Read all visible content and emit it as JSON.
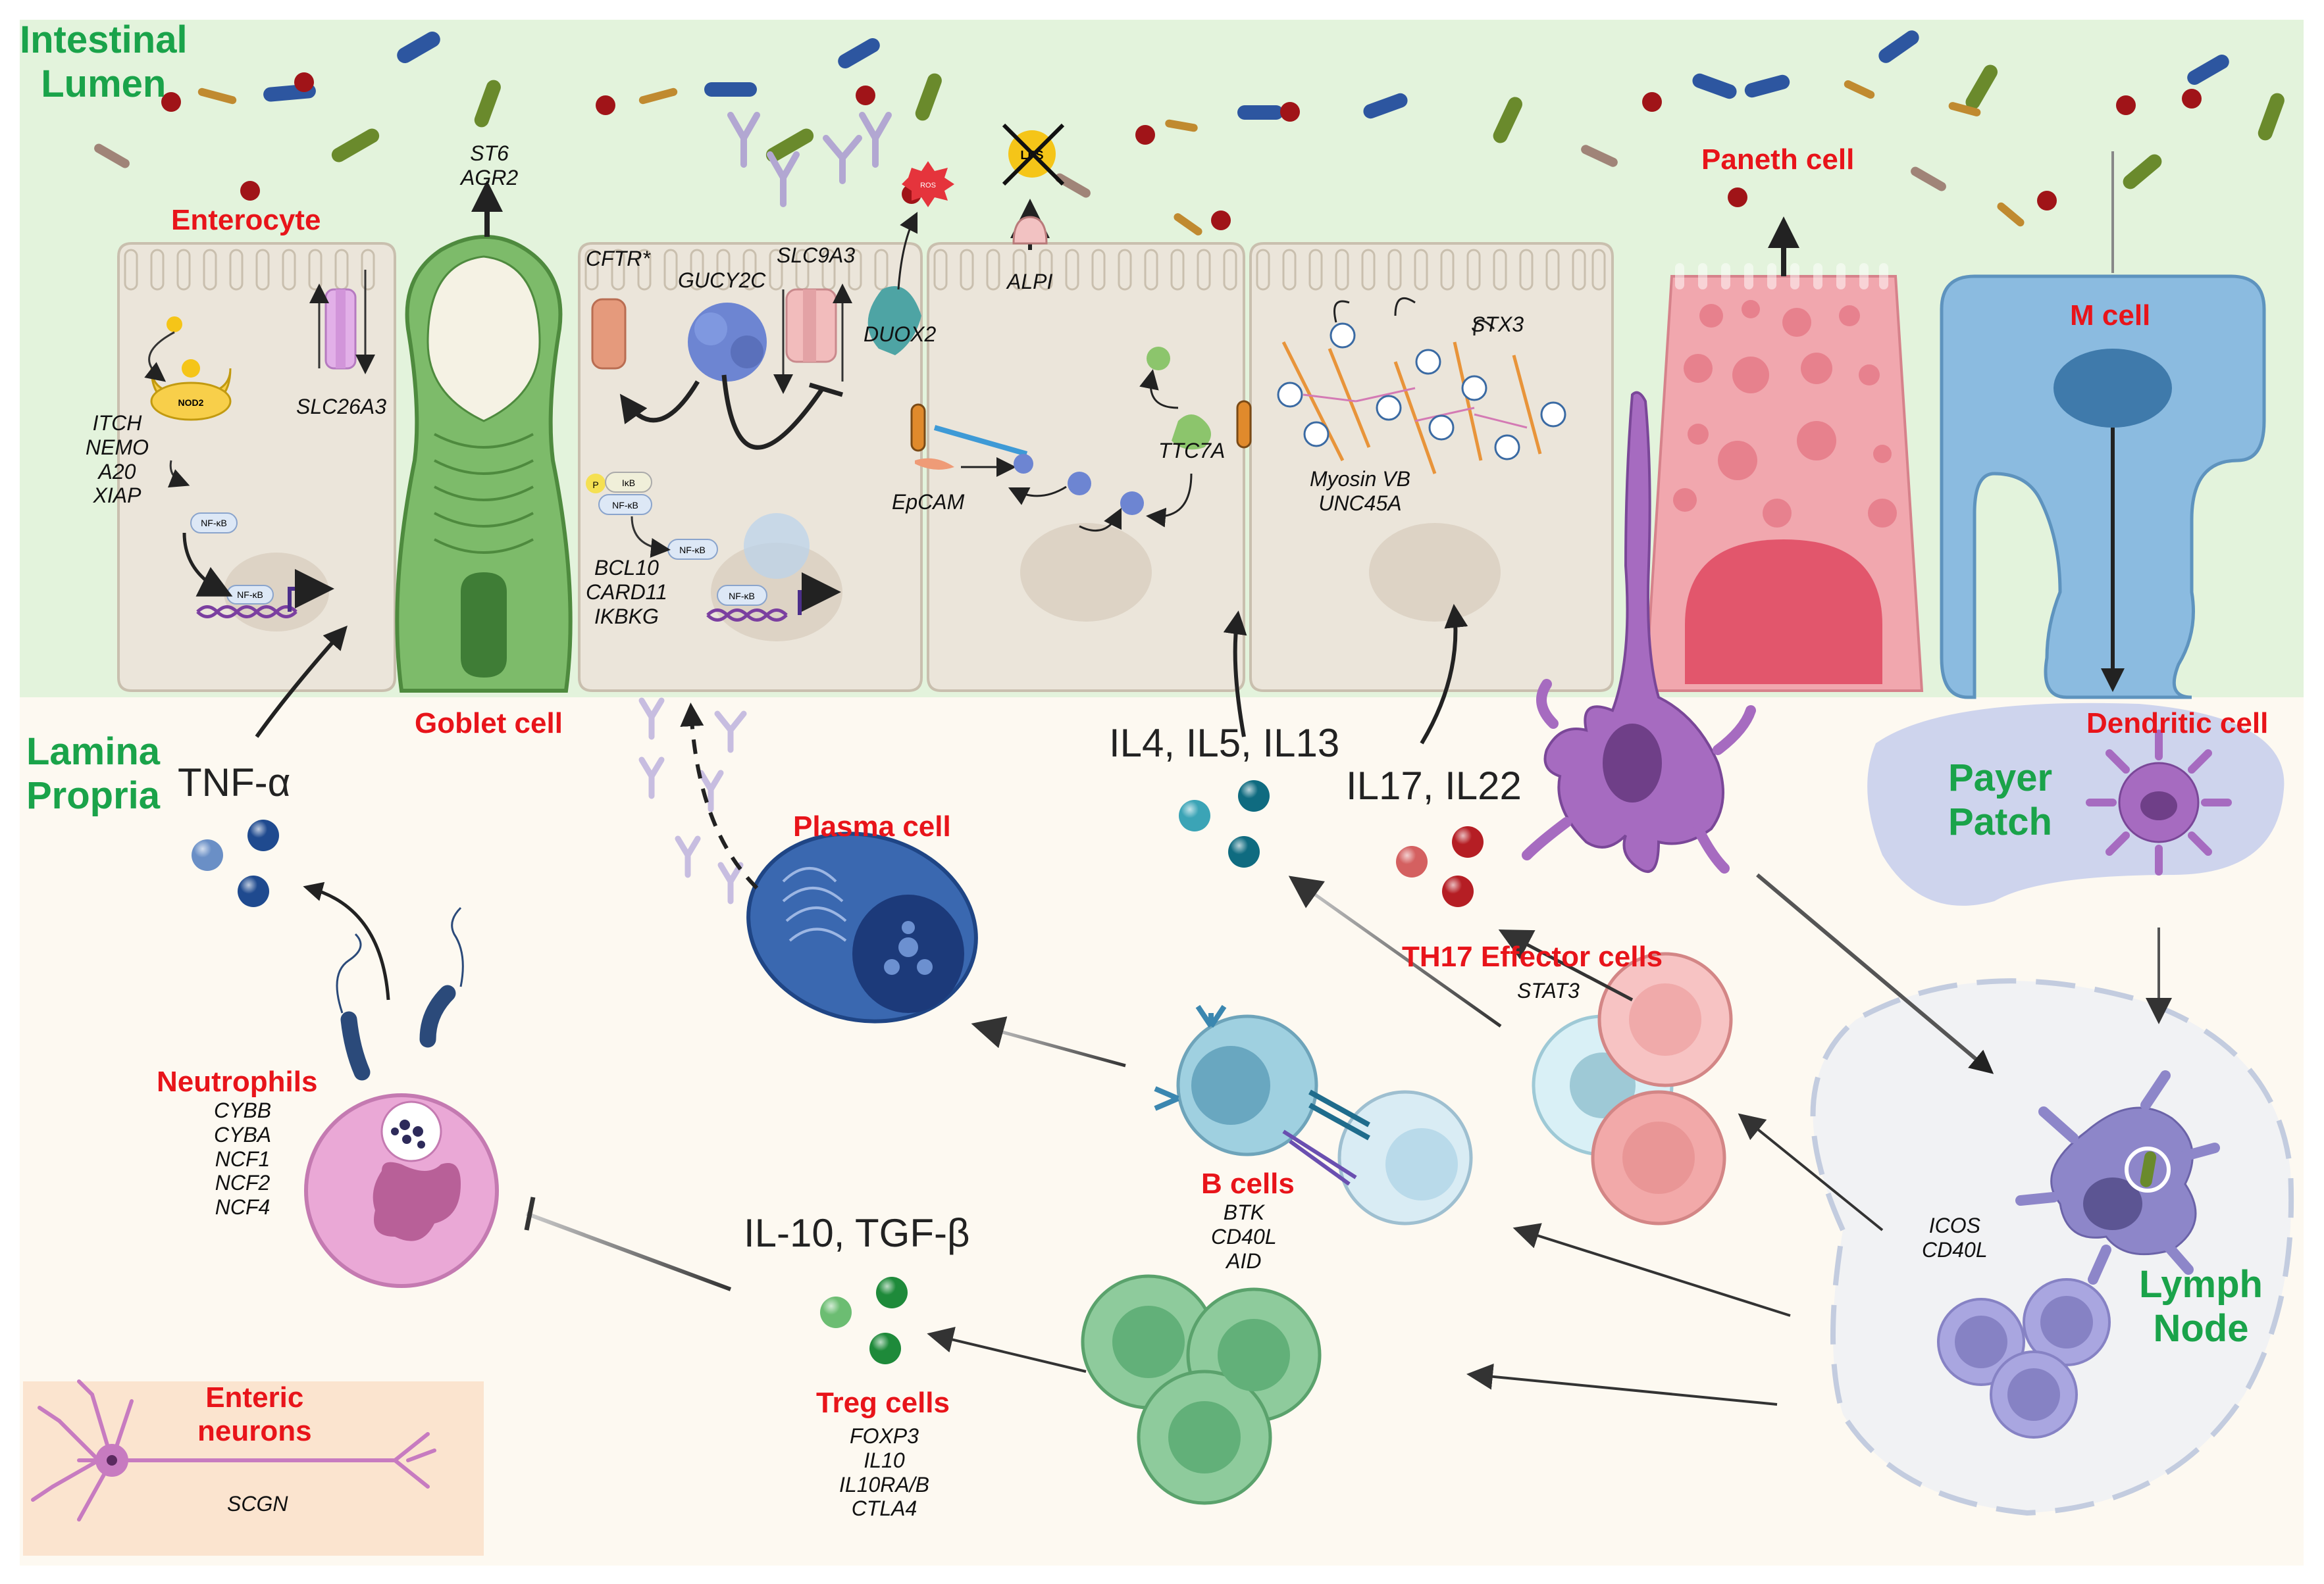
{
  "regions": {
    "lumen": "Intestinal\nLumen",
    "lamina": "Lamina\nPropria",
    "payer": "Payer\nPatch",
    "lymph": "Lymph\nNode"
  },
  "cells": {
    "enterocyte": "Enterocyte",
    "goblet": "Goblet cell",
    "paneth": "Paneth cell",
    "mcell": "M cell",
    "dendritic": "Dendritic cell",
    "plasma": "Plasma cell",
    "th17": "TH17 Effector cells",
    "bcells": "B cells",
    "neutrophils": "Neutrophils",
    "treg": "Treg cells",
    "enteric": "Enteric\nneurons"
  },
  "genes": {
    "enterocyte_nod": "ITCH\nNEMO\nA20\nXIAP",
    "slc26a3": "SLC26A3",
    "goblet": "ST6\nAGR2",
    "cftr": "CFTR*",
    "gucy2c": "GUCY2C",
    "slc9a3": "SLC9A3",
    "duox2": "DUOX2",
    "alpi": "ALPI",
    "bcl": "BCL10\nCARD11\nIKBKG",
    "epcam": "EpCAM",
    "ttc7a": "TTC7A",
    "stx3": "STX3",
    "myosin": "Myosin VB\nUNC45A",
    "th17": "STAT3",
    "bcells": "BTK\nCD40L\nAID",
    "neutrophils": "CYBB\nCYBA\nNCF1\nNCF2\nNCF4",
    "treg": "FOXP3\nIL10\nIL10RA/B\nCTLA4",
    "lymph": "ICOS\nCD40L",
    "enteric": "SCGN"
  },
  "cytokines": {
    "tnf": "TNF-α",
    "il4": "IL4, IL5, IL13",
    "il17": "IL17, IL22",
    "il10": "IL-10, TGF-β"
  },
  "molecules": {
    "nod2": "NOD2",
    "nfkb": "NF-κB",
    "ikb": "IκB",
    "p": "P",
    "ros": "ROS",
    "lps": "LPS"
  },
  "colors": {
    "lumen_bg": "#e3f3dc",
    "lamina_bg": "#fdf9f1",
    "epithelium": "#ebe5da",
    "label_red": "#e8141a",
    "label_green": "#1aa34a",
    "goblet": "#6aac5c",
    "paneth": "#f0a0a8",
    "mcell": "#8bbbe0",
    "dendritic": "#a66bc0",
    "plasma": "#2f5fa5",
    "neutrophil": "#e3a6d3",
    "treg": "#7fc08e",
    "bcell": "#9fd0e0",
    "th17": "#f2a9a9",
    "lymph_cells": "#a9a6e0"
  }
}
